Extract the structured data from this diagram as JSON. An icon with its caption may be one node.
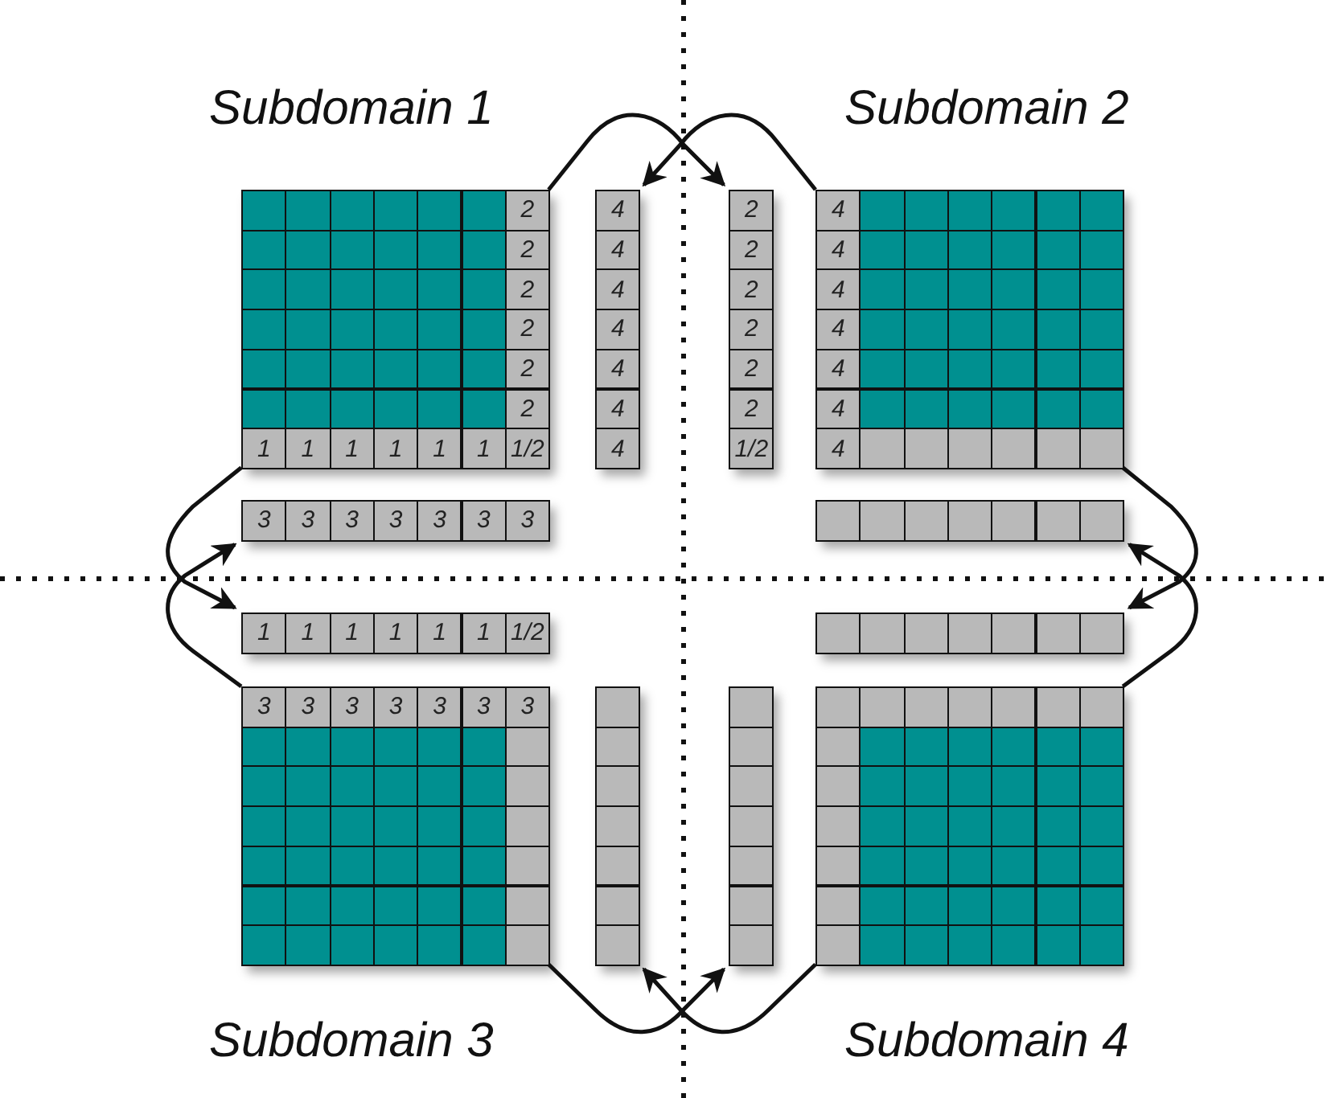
{
  "diagram": {
    "nodes": [
      {
        "text": [
          "Subdomain 1",
          "2",
          "2",
          "2",
          "2",
          "2",
          "2",
          "1",
          "1",
          "1",
          "1",
          "1",
          "1",
          "1/2"
        ]
      },
      {
        "text": [
          "Subdomain 2",
          "4",
          "4",
          "4",
          "4",
          "4",
          "4",
          "4"
        ]
      },
      {
        "text": [
          "Subdomain 3",
          "3",
          "3",
          "3",
          "3",
          "3",
          "3",
          "3"
        ]
      },
      {
        "text": [
          "Subdomain 4"
        ]
      },
      {
        "text": [
          "4",
          "4",
          "4",
          "4",
          "4",
          "4",
          "4"
        ]
      },
      {
        "text": [
          "2",
          "2",
          "2",
          "2",
          "2",
          "2",
          "1/2"
        ]
      },
      {
        "text": [
          "3",
          "3",
          "3",
          "3",
          "3",
          "3",
          "3"
        ]
      },
      {
        "text": [
          "1",
          "1",
          "1",
          "1",
          "1",
          "1",
          "1/2"
        ]
      },
      {
        "text": [],
        "shape": "bar"
      },
      {
        "text": [],
        "shape": "bar"
      },
      {
        "text": [],
        "shape": "bar"
      },
      {
        "text": [],
        "shape": "bar"
      }
    ],
    "edges": [
      {
        "from": 0,
        "to": 5,
        "arrow": "to"
      },
      {
        "from": 1,
        "to": 4,
        "arrow": "to"
      },
      {
        "from": 0,
        "to": 7,
        "arrow": "to"
      },
      {
        "from": 2,
        "to": 6,
        "arrow": "to"
      },
      {
        "from": 1,
        "to": 9,
        "arrow": "to"
      },
      {
        "from": 3,
        "to": 8,
        "arrow": "to"
      },
      {
        "from": 2,
        "to": 11,
        "arrow": "to"
      },
      {
        "from": 3,
        "to": 10,
        "arrow": "to"
      }
    ]
  }
}
